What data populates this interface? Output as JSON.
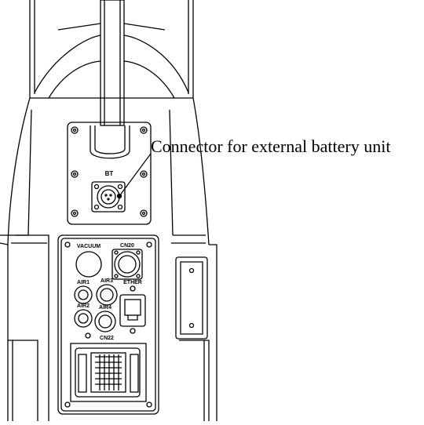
{
  "callout": {
    "text": "Connector for external battery unit"
  },
  "panel_labels": {
    "bt": "BT",
    "vacuum": "VACUUM",
    "cn20": "CN20",
    "air1": "AIR1",
    "air3": "AIR3",
    "ether": "ETHER",
    "air2": "AIR2",
    "air4": "AIR4",
    "cn22": "CN22"
  },
  "colors": {
    "line": "#000000",
    "background": "#ffffff"
  }
}
